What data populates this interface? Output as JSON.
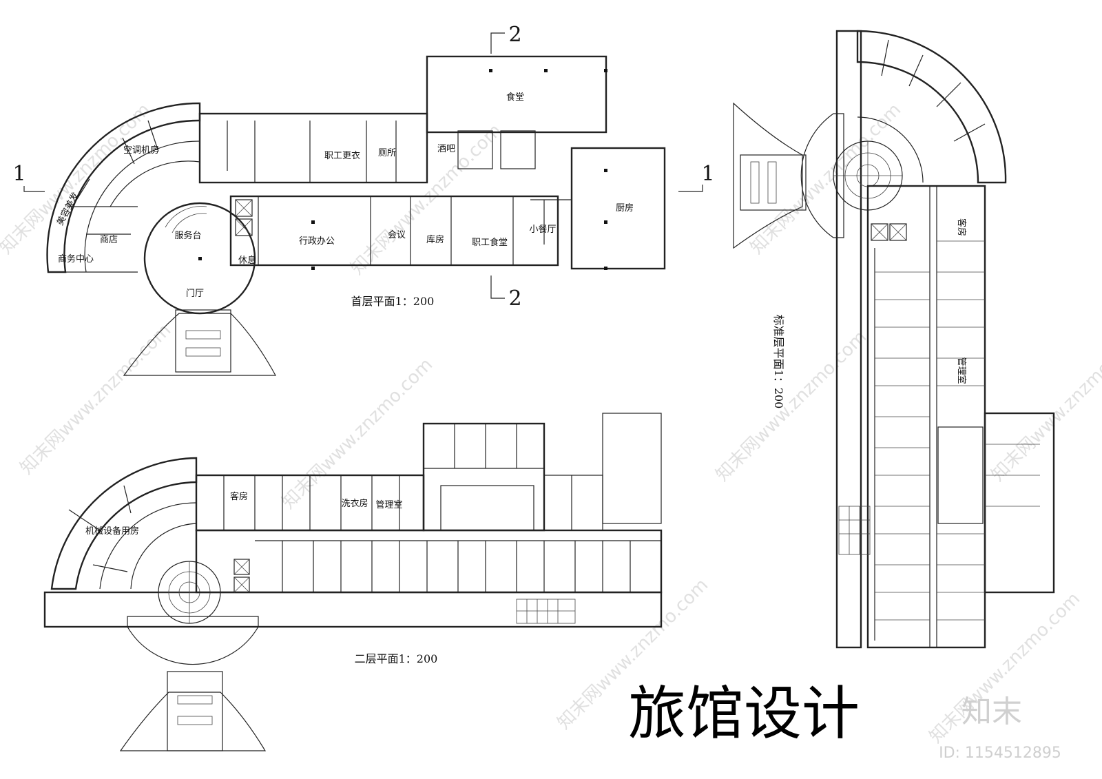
{
  "title": "旅馆设计",
  "brand": "知末",
  "watermark_id": "ID: 1154512895",
  "watermark_text": "知末网www.znzmo.com",
  "section_markers": {
    "one": "1",
    "two": "2"
  },
  "plans": {
    "ground": {
      "caption": "首层平面1：200",
      "rooms": [
        "食堂",
        "酒吧",
        "厕所",
        "职工更衣",
        "空调机房",
        "美容美发",
        "商店",
        "商务中心",
        "服务台",
        "门厅",
        "休息",
        "行政办公",
        "会议",
        "库房",
        "职工食堂",
        "小餐厅",
        "厨房"
      ]
    },
    "second": {
      "caption": "二层平面1：200",
      "rooms": [
        "客房",
        "洗衣房",
        "管理室",
        "机械设备用房"
      ]
    },
    "standard": {
      "caption": "标准层平面1：200",
      "rooms": [
        "客房",
        "管理室"
      ]
    }
  }
}
